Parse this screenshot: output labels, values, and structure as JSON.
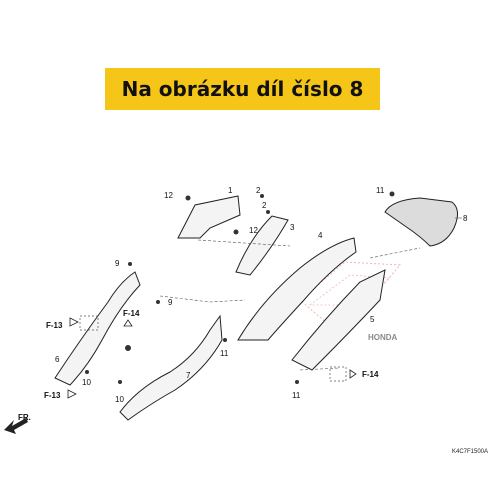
{
  "banner": {
    "text": "Na obrázku díl číslo 8",
    "color": "#f5c518"
  },
  "callouts": [
    "1",
    "2",
    "2",
    "3",
    "4",
    "5",
    "6",
    "7",
    "8",
    "9",
    "9",
    "10",
    "10",
    "11",
    "11",
    "11",
    "12",
    "12"
  ],
  "refs": {
    "f13": "F-13",
    "f14": "F-14",
    "fr": "FR."
  },
  "watermark": "HONDA",
  "code": "K4C7F1500A"
}
